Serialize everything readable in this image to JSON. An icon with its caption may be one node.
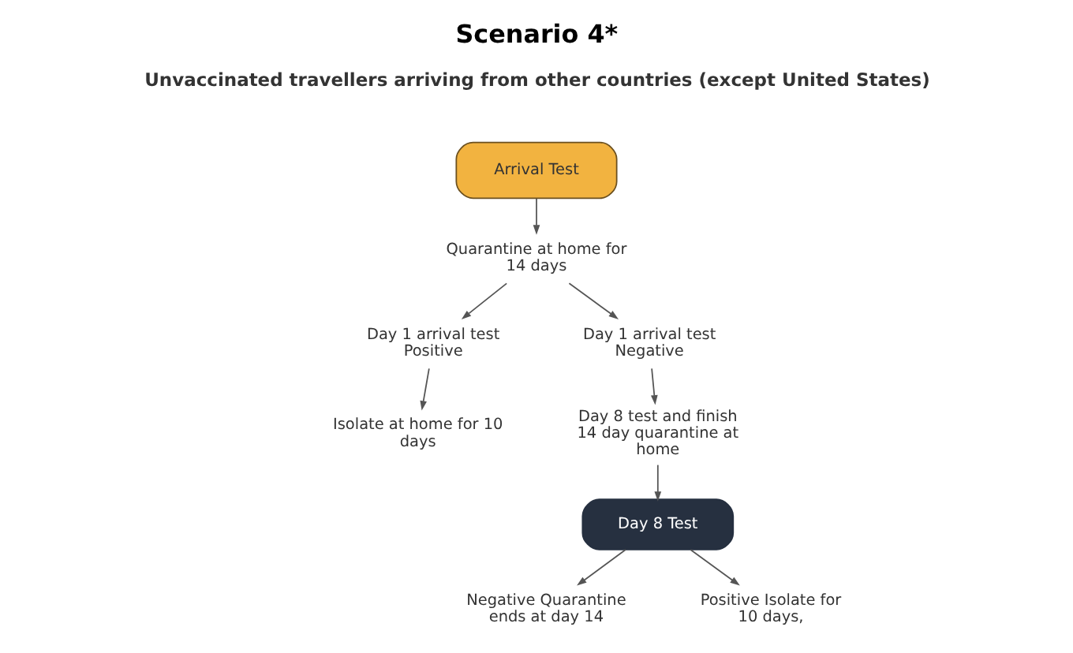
{
  "diagram": {
    "title": "Scenario 4*",
    "nodes": [
      {
        "text": [
          "Arrival Test"
        ]
      },
      {
        "text": [
          "Quarantine at home for 14 days"
        ]
      },
      {
        "text": [
          "Day 1 arrival test Positive"
        ]
      },
      {
        "text": [
          "Isolate at home for 10 days"
        ]
      },
      {
        "text": [
          "Day 1 arrival test Negative"
        ]
      },
      {
        "text": [
          "Day 8 test and finish 14 day quarantine at home"
        ]
      },
      {
        "text": [
          "Day 8 Test"
        ]
      },
      {
        "text": [
          "Negative Quarantine ends at day 14"
        ]
      },
      {
        "text": [
          "Positive Isolate for 10 days,"
        ]
      }
    ],
    "edges": [
      {
        "from": 0,
        "to": 1,
        "arrow": "to"
      },
      {
        "from": 1,
        "to": 2,
        "arrow": "to"
      },
      {
        "from": 1,
        "to": 4,
        "arrow": "to"
      },
      {
        "from": 2,
        "to": 3,
        "arrow": "to"
      },
      {
        "from": 4,
        "to": 5,
        "arrow": "to"
      },
      {
        "from": 5,
        "to": 6,
        "arrow": "to"
      },
      {
        "from": 6,
        "to": 7,
        "arrow": "to"
      },
      {
        "from": 6,
        "to": 8,
        "arrow": "to"
      }
    ],
    "labels": [
      "Unvaccinated travellers arriving from other countries (except United States)"
    ]
  }
}
